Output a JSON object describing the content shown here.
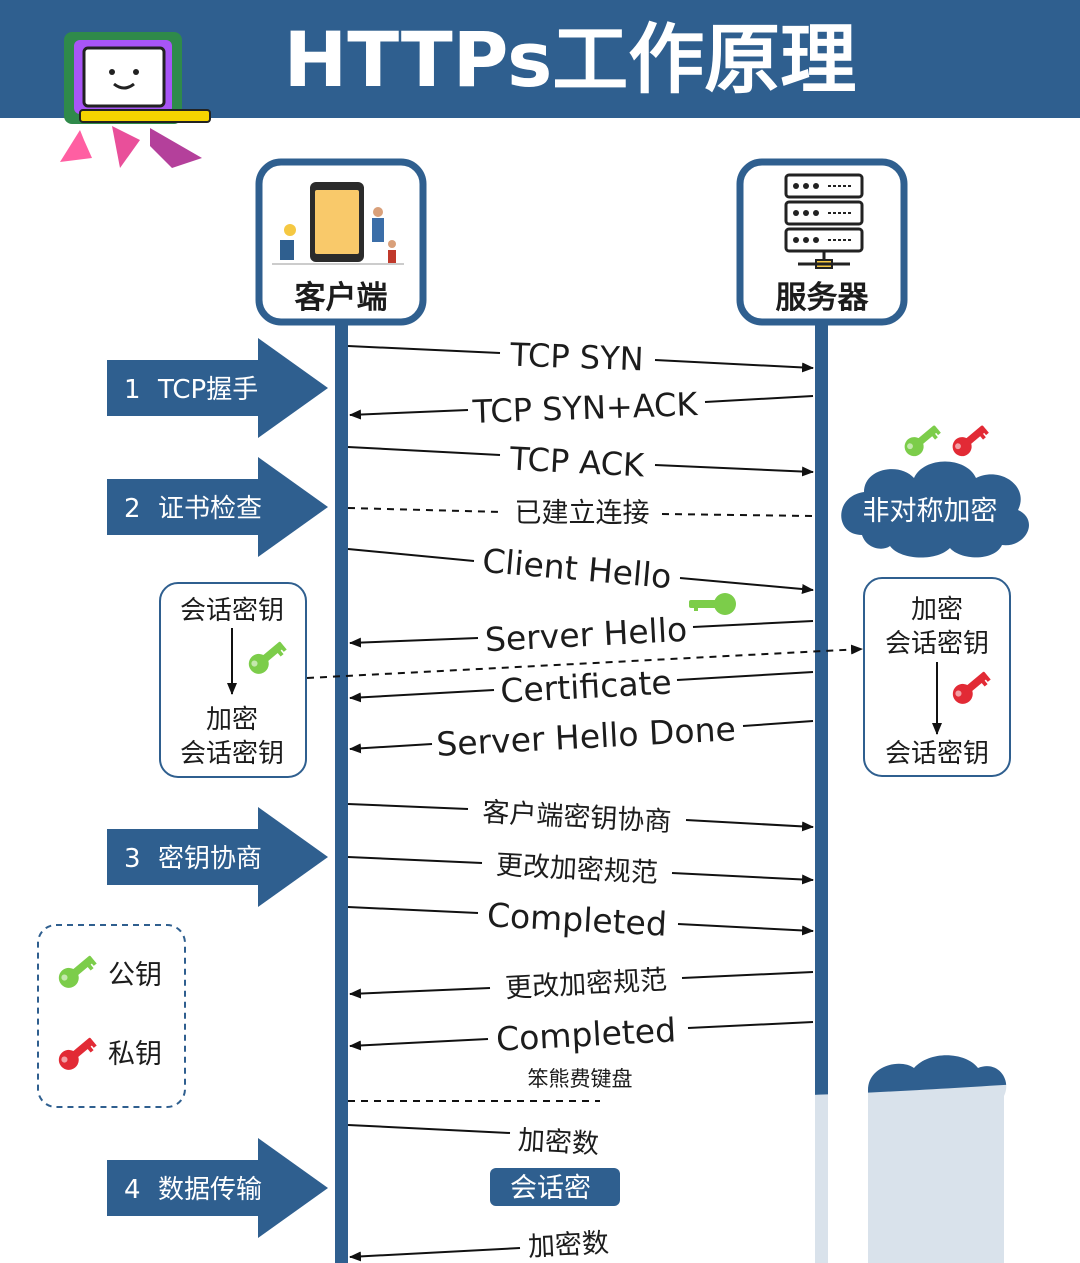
{
  "title": "HTTPs工作原理",
  "client": {
    "label": "客户端"
  },
  "server": {
    "label": "服务器"
  },
  "stages": [
    {
      "num": "1",
      "label": "TCP握手"
    },
    {
      "num": "2",
      "label": "证书检查"
    },
    {
      "num": "3",
      "label": "密钥协商"
    },
    {
      "num": "4",
      "label": "数据传输"
    }
  ],
  "messages": [
    {
      "label": "TCP SYN",
      "direction": "to-server"
    },
    {
      "label": "TCP SYN+ACK",
      "direction": "to-client"
    },
    {
      "label": "TCP ACK",
      "direction": "to-server"
    },
    {
      "label": "已建立连接",
      "direction": "none"
    },
    {
      "label": "Client Hello",
      "direction": "to-server"
    },
    {
      "label": "Server Hello",
      "direction": "to-client"
    },
    {
      "label": "Certificate",
      "direction": "to-client"
    },
    {
      "label": "Server Hello Done",
      "direction": "to-client"
    },
    {
      "label": "客户端密钥协商",
      "direction": "to-server"
    },
    {
      "label": "更改加密规范",
      "direction": "to-server"
    },
    {
      "label": "Completed",
      "direction": "to-server"
    },
    {
      "label": "更改加密规范",
      "direction": "to-client"
    },
    {
      "label": "Completed",
      "direction": "to-client"
    },
    {
      "label": "加密数",
      "direction": "to-server"
    },
    {
      "label": "加密数",
      "direction": "to-client"
    }
  ],
  "cloud": {
    "label": "非对称加密"
  },
  "client_box": {
    "top": "会话密钥",
    "bottom_line1": "加密",
    "bottom_line2": "会话密钥"
  },
  "server_box": {
    "top_line1": "加密",
    "top_line2": "会话密钥",
    "bottom": "会话密钥"
  },
  "session_key_tag": {
    "label": "会话密"
  },
  "legend": {
    "public_key": "公钥",
    "private_key": "私钥"
  },
  "watermark": "笨熊费键盘",
  "colors": {
    "primary": "#2f5f8f",
    "public_key": "#7ccd4a",
    "private_key": "#e22a35",
    "lifeline": "#2f5f8f"
  },
  "icons": [
    "laptop-mascot-icon",
    "smartphone-illustration-icon",
    "server-rack-icon",
    "green-key-icon",
    "red-key-icon",
    "arrow-icon"
  ]
}
